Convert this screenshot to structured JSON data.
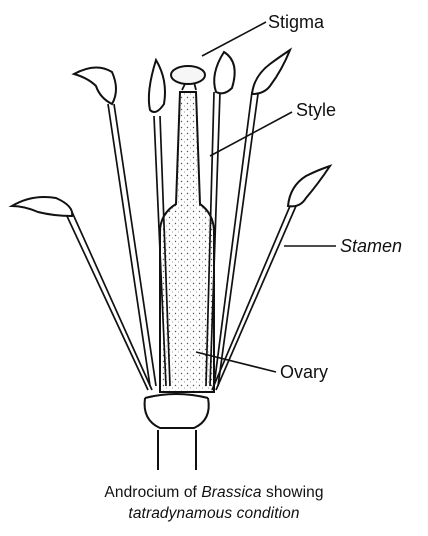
{
  "labels": {
    "stigma": "Stigma",
    "style": "Style",
    "stamen": "Stamen",
    "ovary": "Ovary"
  },
  "caption": {
    "line1_prefix": "Androcium  of ",
    "line1_genus": "Brassica",
    "line1_suffix": " showing",
    "line2": "tatradynamous condition"
  }
}
